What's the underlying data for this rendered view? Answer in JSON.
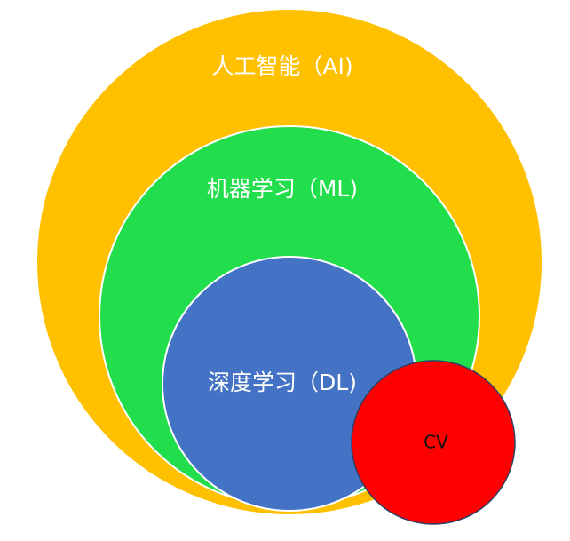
{
  "circles": {
    "ai": {
      "label": "人工智能（AI)",
      "color": "#FFC000"
    },
    "ml": {
      "label": "机器学习（ML)",
      "color": "#22DD4C"
    },
    "dl": {
      "label": "深度学习（DL)",
      "color": "#4472C4"
    },
    "cv": {
      "label": "CV",
      "color": "#FF0000"
    }
  }
}
